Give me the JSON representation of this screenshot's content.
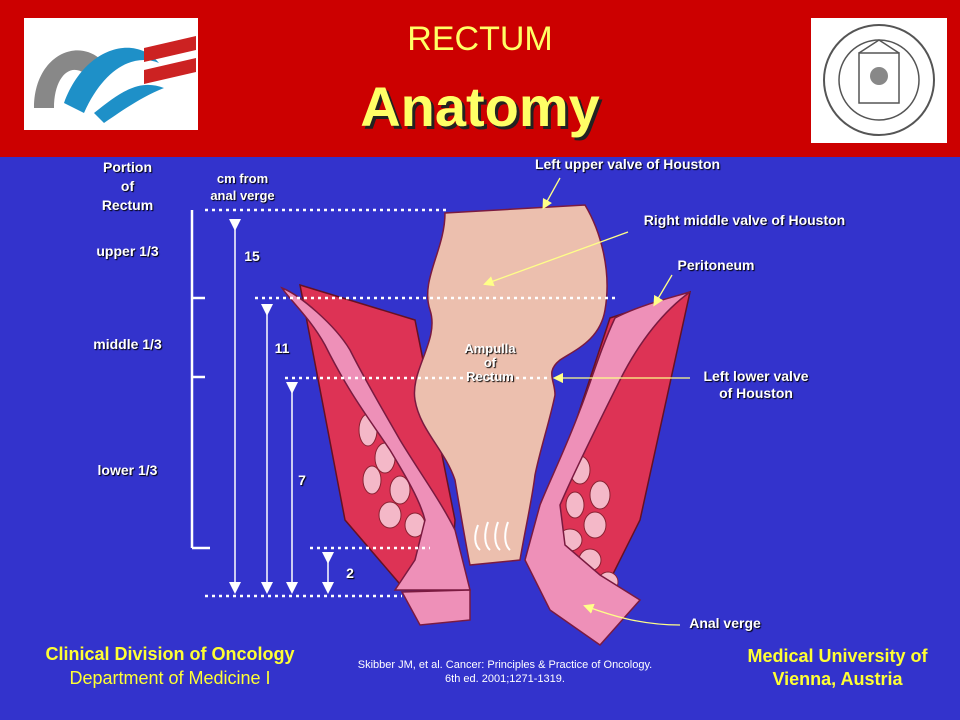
{
  "header": {
    "title_small": "RECTUM",
    "title_big": "Anatomy"
  },
  "columns": {
    "portion": [
      "Portion",
      "of",
      "Rectum"
    ],
    "cm": [
      "cm from",
      "anal verge"
    ]
  },
  "portions": [
    "upper 1/3",
    "middle 1/3",
    "lower 1/3"
  ],
  "distances": [
    "15",
    "11",
    "7",
    "2"
  ],
  "labels": {
    "left_upper_valve": "Left upper valve of Houston",
    "right_middle_valve": "Right middle valve of Houston",
    "peritoneum": "Peritoneum",
    "left_lower_valve": [
      "Left lower valve",
      "of Houston"
    ],
    "ampulla": [
      "Ampulla",
      "of",
      "Rectum"
    ],
    "anal_verge": "Anal verge"
  },
  "footer": {
    "left": [
      "Clinical Division of Oncology",
      "Department of Medicine I"
    ],
    "right": [
      "Medical University of",
      "Vienna, Austria"
    ],
    "citation": [
      "Skibber JM, et al. Cancer: Principles & Practice of Oncology.",
      "6th ed. 2001;1271-1319."
    ]
  },
  "colors": {
    "background": "#3333cc",
    "header": "#cc0000",
    "title": "#ffff66",
    "tissue_light": "#ecbfae",
    "tissue_pink": "#ee90b8",
    "muscle": "#dd3355"
  }
}
